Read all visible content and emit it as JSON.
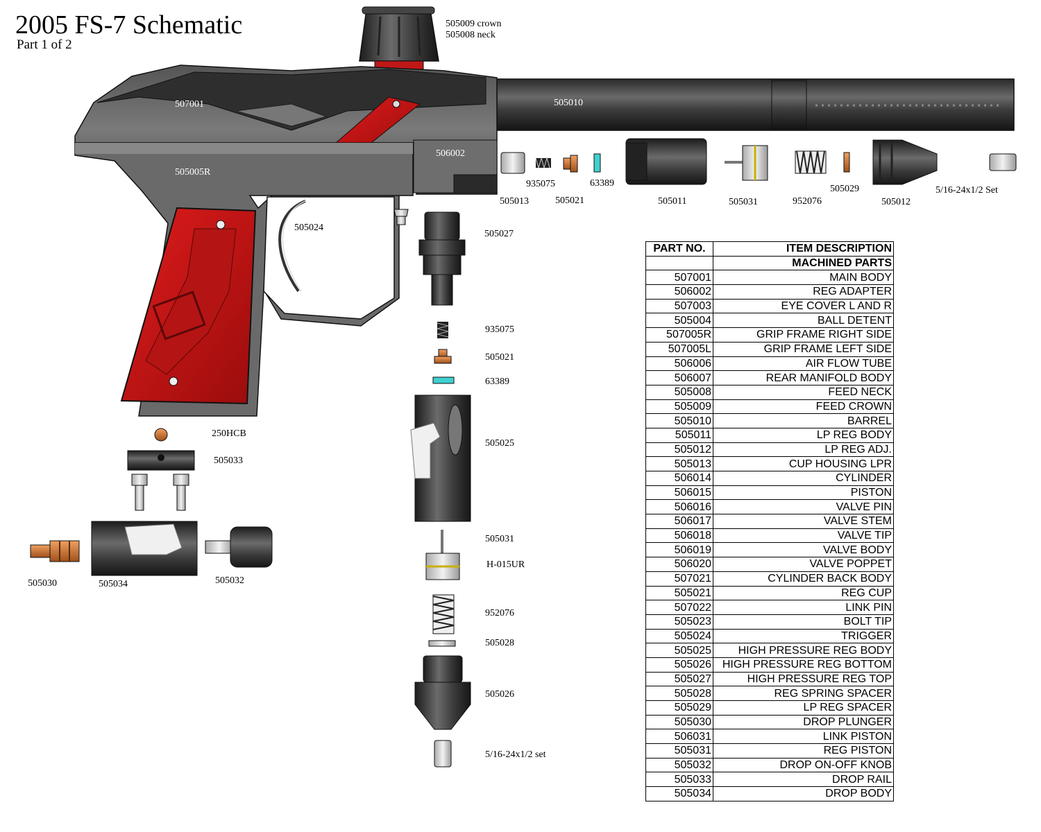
{
  "title": "2005 FS-7 Schematic",
  "subtitle": "Part 1 of 2",
  "labels": {
    "crown": "505009 crown",
    "neck": "505008 neck",
    "body": "507001",
    "barrel": "505010",
    "reg_adapter": "506002",
    "grip_frame": "505005R",
    "trigger": "505024",
    "cup_housing": "505013",
    "spring_top": "935075",
    "reg_cup_top": "505021",
    "oring_top": "63389",
    "lp_reg_body": "505011",
    "reg_piston_top": "505031",
    "spring_lp": "952076",
    "lp_spacer": "505029",
    "lp_reg_adj": "505012",
    "set_screw_top": "5/16-24x1/2 Set",
    "hp_reg_top": "505027",
    "spring_mid": "935075",
    "reg_cup_mid": "505021",
    "oring_mid": "63389",
    "hp_reg_body": "505025",
    "reg_piston_mid": "505031",
    "oring_h015": "H-015UR",
    "spring_hp": "952076",
    "reg_spacer": "505028",
    "hp_reg_bottom": "505026",
    "set_screw_bottom": "5/16-24x1/2 set",
    "ball": "250HCB",
    "drop_rail": "505033",
    "drop_plunger": "505030",
    "drop_body": "505034",
    "drop_knob": "505032"
  },
  "table": {
    "col_part": "PART NO.",
    "col_desc": "ITEM DESCRIPTION",
    "section": "MACHINED PARTS",
    "rows": [
      [
        "507001",
        "MAIN BODY"
      ],
      [
        "506002",
        "REG ADAPTER"
      ],
      [
        "507003",
        "EYE COVER L AND R"
      ],
      [
        "505004",
        "BALL DETENT"
      ],
      [
        "507005R",
        "GRIP FRAME RIGHT SIDE"
      ],
      [
        "507005L",
        "GRIP FRAME LEFT SIDE"
      ],
      [
        "506006",
        "AIR FLOW TUBE"
      ],
      [
        "506007",
        "REAR MANIFOLD BODY"
      ],
      [
        "505008",
        "FEED NECK"
      ],
      [
        "505009",
        "FEED CROWN"
      ],
      [
        "505010",
        "BARREL"
      ],
      [
        "505011",
        "LP REG BODY"
      ],
      [
        "505012",
        "LP REG ADJ."
      ],
      [
        "505013",
        "CUP HOUSING LPR"
      ],
      [
        "506014",
        "CYLINDER"
      ],
      [
        "506015",
        "PISTON"
      ],
      [
        "506016",
        "VALVE PIN"
      ],
      [
        "506017",
        "VALVE STEM"
      ],
      [
        "506018",
        "VALVE TIP"
      ],
      [
        "506019",
        "VALVE BODY"
      ],
      [
        "506020",
        "VALVE POPPET"
      ],
      [
        "507021",
        "CYLINDER BACK BODY"
      ],
      [
        "505021",
        "REG CUP"
      ],
      [
        "507022",
        "LINK PIN"
      ],
      [
        "505023",
        "BOLT TIP"
      ],
      [
        "505024",
        "TRIGGER"
      ],
      [
        "505025",
        "HIGH PRESSURE REG BODY"
      ],
      [
        "505026",
        "HIGH PRESSURE REG BOTTOM"
      ],
      [
        "505027",
        "HIGH PRESSURE REG TOP"
      ],
      [
        "505028",
        "REG SPRING SPACER"
      ],
      [
        "505029",
        "LP REG SPACER"
      ],
      [
        "505030",
        "DROP PLUNGER"
      ],
      [
        "506031",
        "LINK PISTON"
      ],
      [
        "505031",
        "REG PISTON"
      ],
      [
        "505032",
        "DROP ON-OFF KNOB"
      ],
      [
        "505033",
        "DROP RAIL"
      ],
      [
        "505034",
        "DROP BODY"
      ]
    ]
  }
}
